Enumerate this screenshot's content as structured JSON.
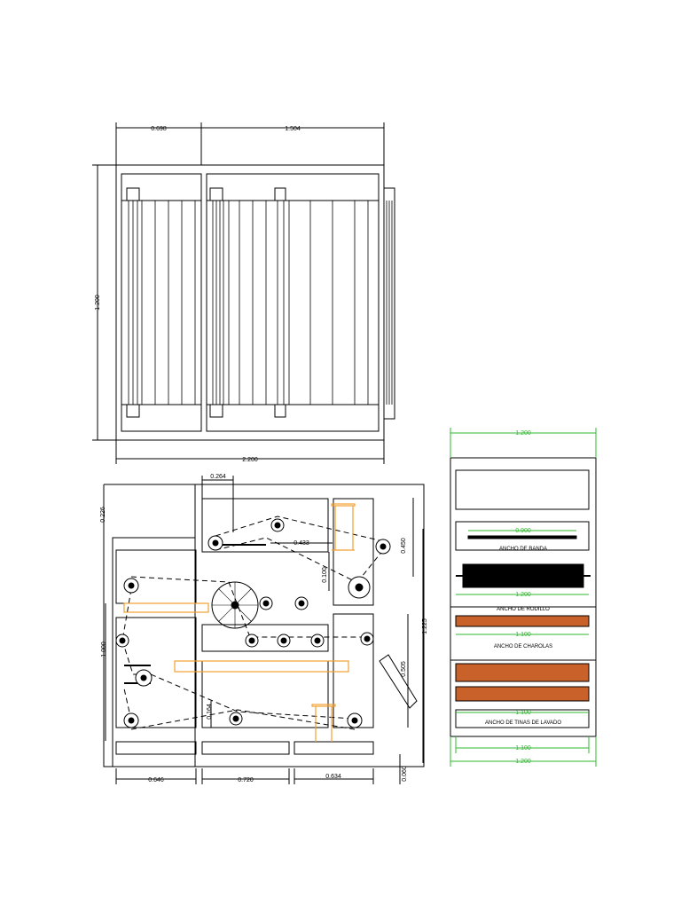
{
  "colors": {
    "line": "#000000",
    "dim_green": "#2db82d",
    "orange": "#f0a030",
    "brown_fill": "#c8622a",
    "black_fill": "#000000"
  },
  "top_view": {
    "dim_left_width": "0.698",
    "dim_right_width": "1.504",
    "dim_height": "1.200",
    "dim_total_width": "2.200"
  },
  "side_view": {
    "dim_top_gap": "0.264",
    "dim_left_top": "0.226",
    "dim_mid_span": "0.433",
    "dim_right_top": "0.450",
    "dim_small_vertical": "0.100",
    "dim_left_height": "1.000",
    "dim_right_height": "1.225",
    "dim_right_mid": "0.505",
    "dim_bottom_center": "0.164",
    "dim_base_left": "0.646",
    "dim_base_mid": "0.720",
    "dim_base_right": "0.634",
    "dim_base_height": "0.060"
  },
  "section_view": {
    "dim_top_width": "1.200",
    "band_dim": "0.900",
    "band_label": "ANCHO DE BANDA",
    "roller_dim": "1.200",
    "roller_label": "ANCHO DE RODILLO",
    "tray_dim": "1.100",
    "tray_label": "ANCHO DE CHAROLAS",
    "wash_dim": "1.100",
    "wash_label": "ANCHO DE TINAS DE LAVADO",
    "bottom_dim_inner": "1.100",
    "bottom_dim_outer": "1.200"
  }
}
